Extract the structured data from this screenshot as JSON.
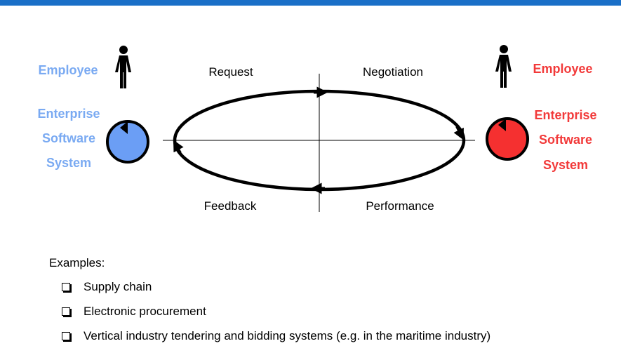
{
  "colors": {
    "header_bar": "#1a6fc7",
    "left_party": "#7aaaf2",
    "left_circle": "#6b9ef5",
    "right_party": "#f23a3a",
    "right_circle": "#f53030"
  },
  "diagram": {
    "left": {
      "employee": "Employee",
      "system": [
        "Enterprise",
        "Software",
        "System"
      ]
    },
    "right": {
      "employee": "Employee",
      "system": [
        "Enterprise",
        "Software",
        "System"
      ]
    },
    "phases": {
      "request": "Request",
      "negotiation": "Negotiation",
      "feedback": "Feedback",
      "performance": "Performance"
    }
  },
  "examples": {
    "title": "Examples:",
    "items": [
      "Supply chain",
      "Electronic procurement",
      "Vertical industry tendering and bidding systems (e.g. in the maritime industry)"
    ]
  }
}
